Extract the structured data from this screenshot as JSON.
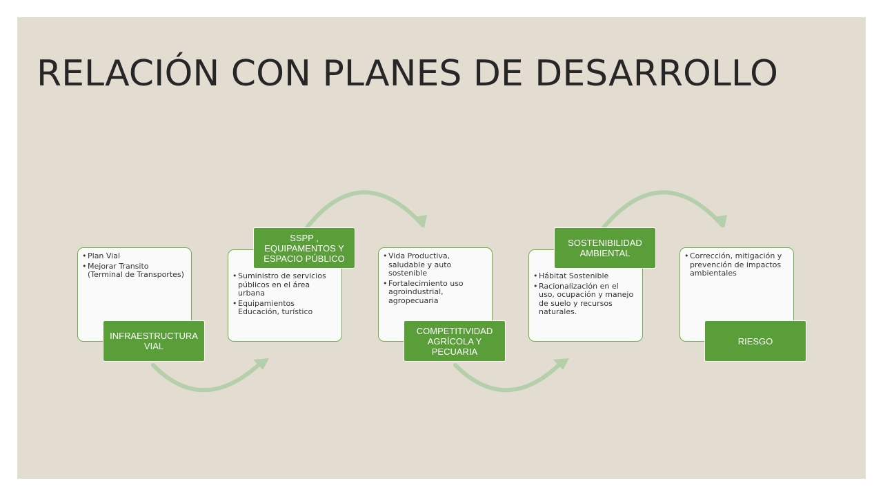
{
  "title": "RELACIÓN CON PLANES DE DESARROLLO",
  "colors": {
    "background": "#e3ddd1",
    "label_fill": "#5a9e3a",
    "card_border": "#6fae4a",
    "arrow": "#b4cfaa"
  },
  "steps": [
    {
      "label": "INFRAESTRUCTURA VIAL",
      "items": [
        "Plan Vial",
        "Mejorar Transito (Terminal de Transportes)"
      ]
    },
    {
      "label": "SSPP , EQUIPAMENTOS Y ESPACIO PÚBLICO",
      "items": [
        "Suministro de servicios públicos en el área urbana",
        "Equipamientos Educación, turístico"
      ]
    },
    {
      "label": "COMPETITIVIDAD AGRÍCOLA Y PECUARIA",
      "items": [
        "Vida Productiva, saludable y auto sostenible",
        "Fortalecimiento uso agroindustrial, agropecuaria"
      ]
    },
    {
      "label": "SOSTENIBILIDAD AMBIENTAL",
      "items": [
        "Hábitat Sostenible",
        "Racionalización en el uso, ocupación y manejo de suelo y recursos naturales."
      ]
    },
    {
      "label": "RIESGO",
      "items": [
        "Corrección, mitigación y prevención de impactos ambientales"
      ]
    }
  ]
}
